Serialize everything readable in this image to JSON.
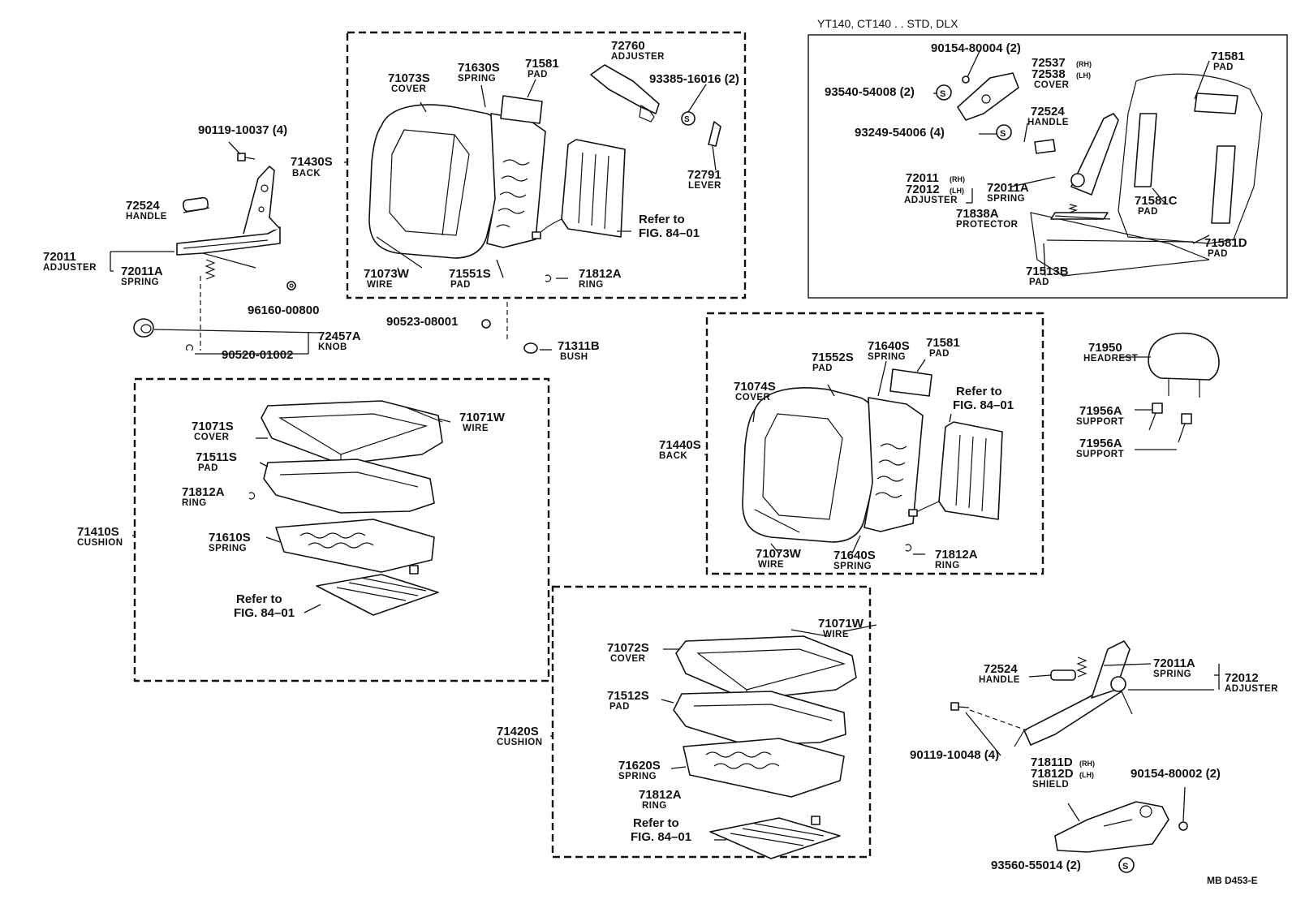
{
  "header": {
    "variant_title": "YT140, CT140 . . STD, DLX"
  },
  "footer": {
    "diagram_code": "MB D453-E"
  },
  "labels": {
    "l_90119_10037": {
      "num": "90119-10037 (4)"
    },
    "l_72524_left": {
      "num": "72524",
      "name": "HANDLE"
    },
    "l_72011_left": {
      "num": "72011",
      "name": "ADJUSTER"
    },
    "l_72011a_left": {
      "num": "72011A",
      "name": "SPRING"
    },
    "l_96160": {
      "num": "96160-00800"
    },
    "l_72457a": {
      "num": "72457A",
      "name": "KNOB"
    },
    "l_90520": {
      "num": "90520-01002"
    },
    "l_71430s": {
      "num": "71430S",
      "name": "BACK"
    },
    "l_71073s": {
      "num": "71073S",
      "name": "COVER"
    },
    "l_71630s": {
      "num": "71630S",
      "name": "SPRING"
    },
    "l_71581_top": {
      "num": "71581",
      "name": "PAD"
    },
    "l_72760": {
      "num": "72760",
      "name": "ADJUSTER"
    },
    "l_93385": {
      "num": "93385-16016 (2)"
    },
    "l_72791": {
      "num": "72791",
      "name": "LEVER"
    },
    "l_refer_1": {
      "line1": "Refer to",
      "line2": "FIG. 84–01"
    },
    "l_71073w_top": {
      "num": "71073W",
      "name": "WIRE"
    },
    "l_71551s": {
      "num": "71551S",
      "name": "PAD"
    },
    "l_71812a_top": {
      "num": "71812A",
      "name": "RING"
    },
    "l_90523": {
      "num": "90523-08001"
    },
    "l_71311b": {
      "num": "71311B",
      "name": "BUSH"
    },
    "l_90154_80004": {
      "num": "90154-80004 (2)"
    },
    "l_72537": {
      "num": "72537",
      "sub": "(RH)"
    },
    "l_72538": {
      "num": "72538",
      "sub": "(LH)",
      "name": "COVER"
    },
    "l_93540": {
      "num": "93540-54008 (2)"
    },
    "l_72524_box": {
      "num": "72524",
      "name": "HANDLE"
    },
    "l_93249": {
      "num": "93249-54006 (4)"
    },
    "l_72011_box": {
      "num": "72011",
      "sub": "(RH)"
    },
    "l_72012_box": {
      "num": "72012",
      "sub": "(LH)",
      "name": "ADJUSTER"
    },
    "l_72011a_box": {
      "num": "72011A",
      "name": "SPRING"
    },
    "l_71838a": {
      "num": "71838A",
      "name": "PROTECTOR"
    },
    "l_71581_box": {
      "num": "71581",
      "name": "PAD"
    },
    "l_71581c": {
      "num": "71581C",
      "name": "PAD"
    },
    "l_71581d": {
      "num": "71581D",
      "name": "PAD"
    },
    "l_71513b": {
      "num": "71513B",
      "name": "PAD"
    },
    "l_71071s": {
      "num": "71071S",
      "name": "COVER"
    },
    "l_71071w_1": {
      "num": "71071W",
      "name": "WIRE"
    },
    "l_71511s": {
      "num": "71511S",
      "name": "PAD"
    },
    "l_71812a_1": {
      "num": "71812A",
      "name": "RING"
    },
    "l_71410s": {
      "num": "71410S",
      "name": "CUSHION"
    },
    "l_71610s": {
      "num": "71610S",
      "name": "SPRING"
    },
    "l_refer_2": {
      "line1": "Refer to",
      "line2": "FIG. 84–01"
    },
    "l_71640s_top": {
      "num": "71640S",
      "name": "SPRING"
    },
    "l_71552s": {
      "num": "71552S",
      "name": "PAD"
    },
    "l_71581_mid": {
      "num": "71581",
      "name": "PAD"
    },
    "l_71074s": {
      "num": "71074S",
      "name": "COVER"
    },
    "l_refer_3": {
      "line1": "Refer to",
      "line2": "FIG. 84–01"
    },
    "l_71440s": {
      "num": "71440S",
      "name": "BACK"
    },
    "l_71073w_mid": {
      "num": "71073W",
      "name": "WIRE"
    },
    "l_71640s_bot": {
      "num": "71640S",
      "name": "SPRING"
    },
    "l_71812a_mid": {
      "num": "71812A",
      "name": "RING"
    },
    "l_71950": {
      "num": "71950",
      "name": "HEADREST"
    },
    "l_71956a_1": {
      "num": "71956A",
      "name": "SUPPORT"
    },
    "l_71956a_2": {
      "num": "71956A",
      "name": "SUPPORT"
    },
    "l_71071w_2": {
      "num": "71071W",
      "name": "WIRE"
    },
    "l_71072s": {
      "num": "71072S",
      "name": "COVER"
    },
    "l_71512s": {
      "num": "71512S",
      "name": "PAD"
    },
    "l_71420s": {
      "num": "71420S",
      "name": "CUSHION"
    },
    "l_71620s": {
      "num": "71620S",
      "name": "SPRING"
    },
    "l_71812a_2": {
      "num": "71812A",
      "name": "RING"
    },
    "l_refer_4": {
      "line1": "Refer to",
      "line2": "FIG. 84–01"
    },
    "l_72524_right": {
      "num": "72524",
      "name": "HANDLE"
    },
    "l_72011a_right": {
      "num": "72011A",
      "name": "SPRING"
    },
    "l_72012_right": {
      "num": "72012",
      "name": "ADJUSTER"
    },
    "l_90119_10048": {
      "num": "90119-10048 (4)"
    },
    "l_71811d": {
      "num": "71811D",
      "sub": "(RH)"
    },
    "l_71812d": {
      "num": "71812D",
      "sub": "(LH)",
      "name": "SHIELD"
    },
    "l_90154_80002": {
      "num": "90154-80002 (2)"
    },
    "l_93560": {
      "num": "93560-55014 (2)"
    }
  }
}
